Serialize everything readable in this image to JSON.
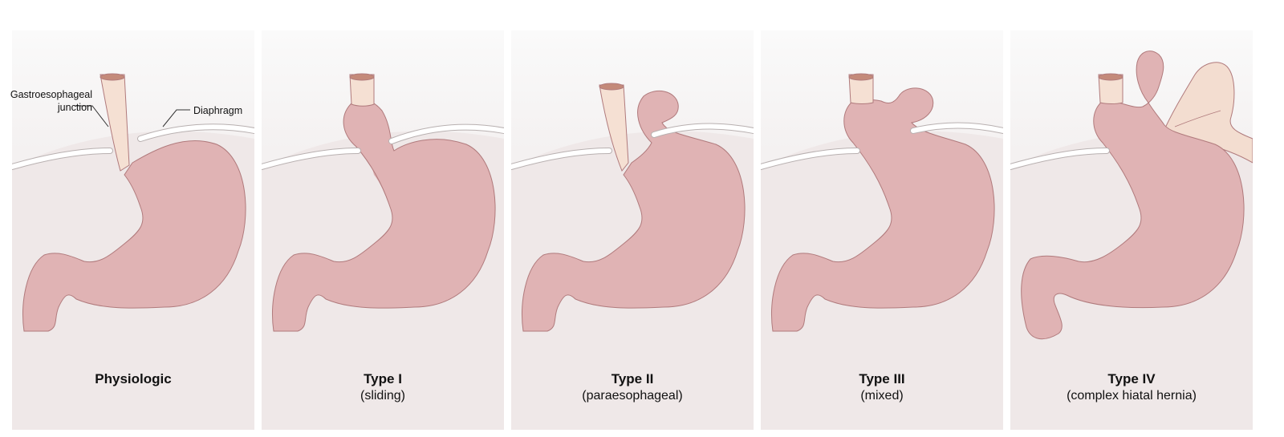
{
  "labels": {
    "ge_junction": "Gastroesophageal junction",
    "ge_junction_line1": "Gastroesophageal",
    "ge_junction_line2": "junction",
    "diaphragm": "Diaphragm"
  },
  "panels": [
    {
      "title": "Physiologic",
      "subtitle": "",
      "variant": "physiologic"
    },
    {
      "title": "Type I",
      "subtitle": "(sliding)",
      "variant": "sliding"
    },
    {
      "title": "Type II",
      "subtitle": "(paraesophageal)",
      "variant": "paraesophageal"
    },
    {
      "title": "Type III",
      "subtitle": "(mixed)",
      "variant": "mixed"
    },
    {
      "title": "Type IV",
      "subtitle": "(complex hiatal hernia)",
      "variant": "complex"
    }
  ],
  "colors": {
    "stomach": "#e0b3b4",
    "stomach_outline": "#b07a7c",
    "esophagus": "#f5e0d3",
    "diaphragm": "#ffffff",
    "cavity": "#efe8e8",
    "herniated_organ": "#f3ddd0"
  }
}
